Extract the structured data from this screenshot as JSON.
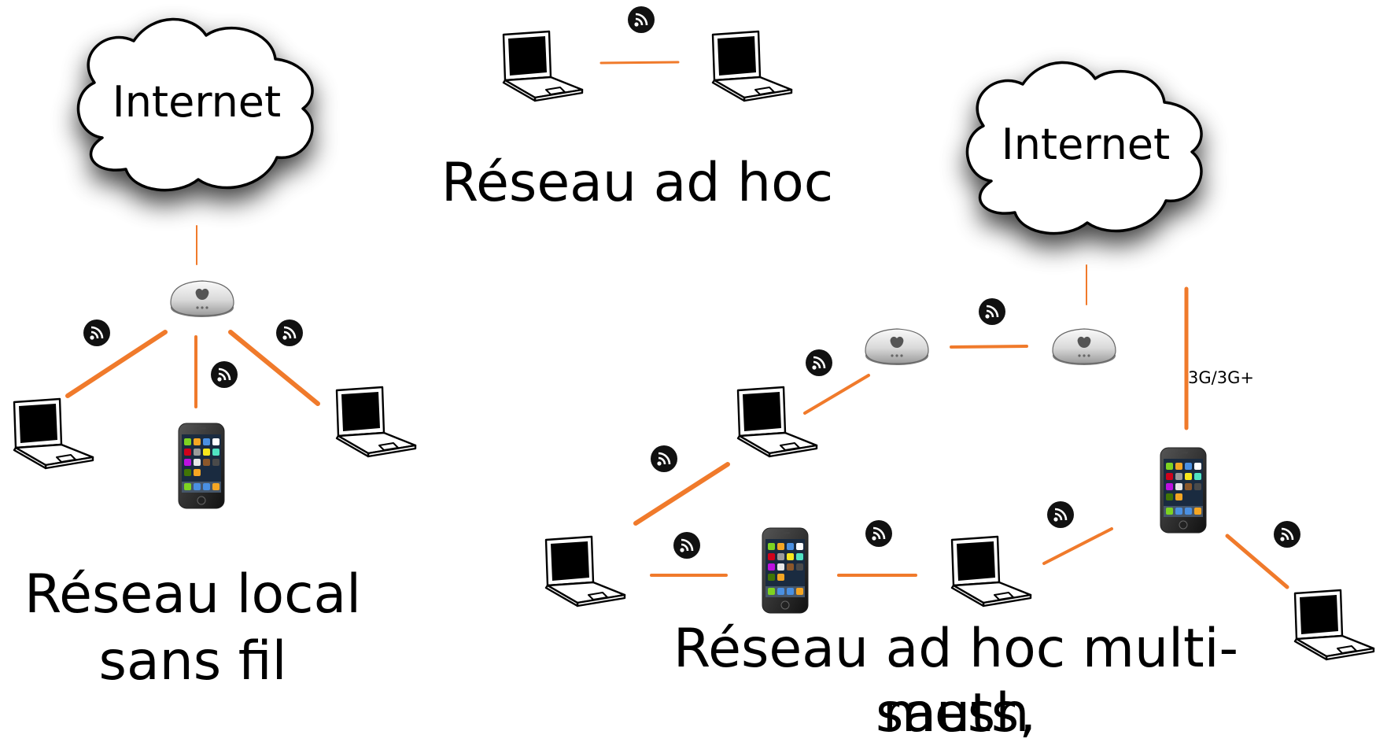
{
  "clouds": [
    {
      "label": "Internet"
    },
    {
      "label": "Internet"
    }
  ],
  "titles": {
    "adhoc": "Réseau ad hoc",
    "wlan_line1": "Réseau local",
    "wlan_line2": "sans fil",
    "mesh_line1": "Réseau ad hoc multi-sauts,",
    "mesh_line2": "mesh"
  },
  "link_label": "3G/3G+",
  "colors": {
    "link": "#f07a2b",
    "wifi_badge": "#111111",
    "cloud_shadow": "#7a7a7a"
  },
  "icons": {
    "laptop": "laptop-icon",
    "phone": "smartphone-icon",
    "access_point": "wifi-base-station-icon",
    "wifi": "wifi-signal-icon",
    "cloud": "cloud-icon"
  }
}
